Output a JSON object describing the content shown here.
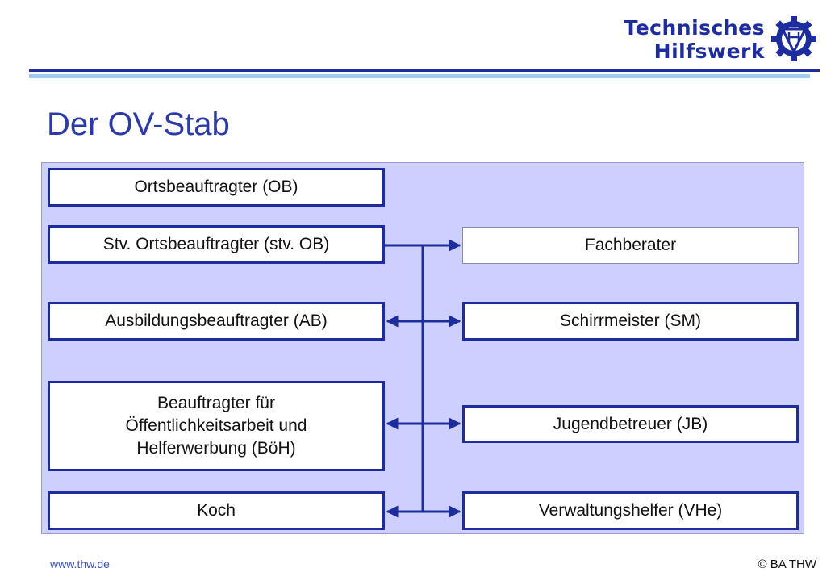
{
  "header": {
    "logo_line1": "Technisches",
    "logo_line2": "Hilfswerk",
    "title": "Der OV-Stab"
  },
  "left_boxes": {
    "ob": "Ortsbeauftragter (OB)",
    "stv_ob": "Stv. Ortsbeauftragter (stv. OB)",
    "ab": "Ausbildungsbeauftragter (AB)",
    "boeh_line1": "Beauftragter für",
    "boeh_line2": "Öffentlichkeitsarbeit und",
    "boeh_line3": "Helferwerbung (BöH)",
    "koch": "Koch"
  },
  "right_boxes": {
    "fachberater": "Fachberater",
    "sm": "Schirrmeister (SM)",
    "jb": "Jugendbetreuer (JB)",
    "vhe": "Verwaltungshelfer (VHe)"
  },
  "footer": {
    "url": "www.thw.de",
    "copyright": "© BA THW"
  },
  "colors": {
    "primary": "#1e2d9e",
    "panel": "#cdd0ff",
    "title": "#2b3aa5",
    "accent_rule": "#9fcbef"
  }
}
